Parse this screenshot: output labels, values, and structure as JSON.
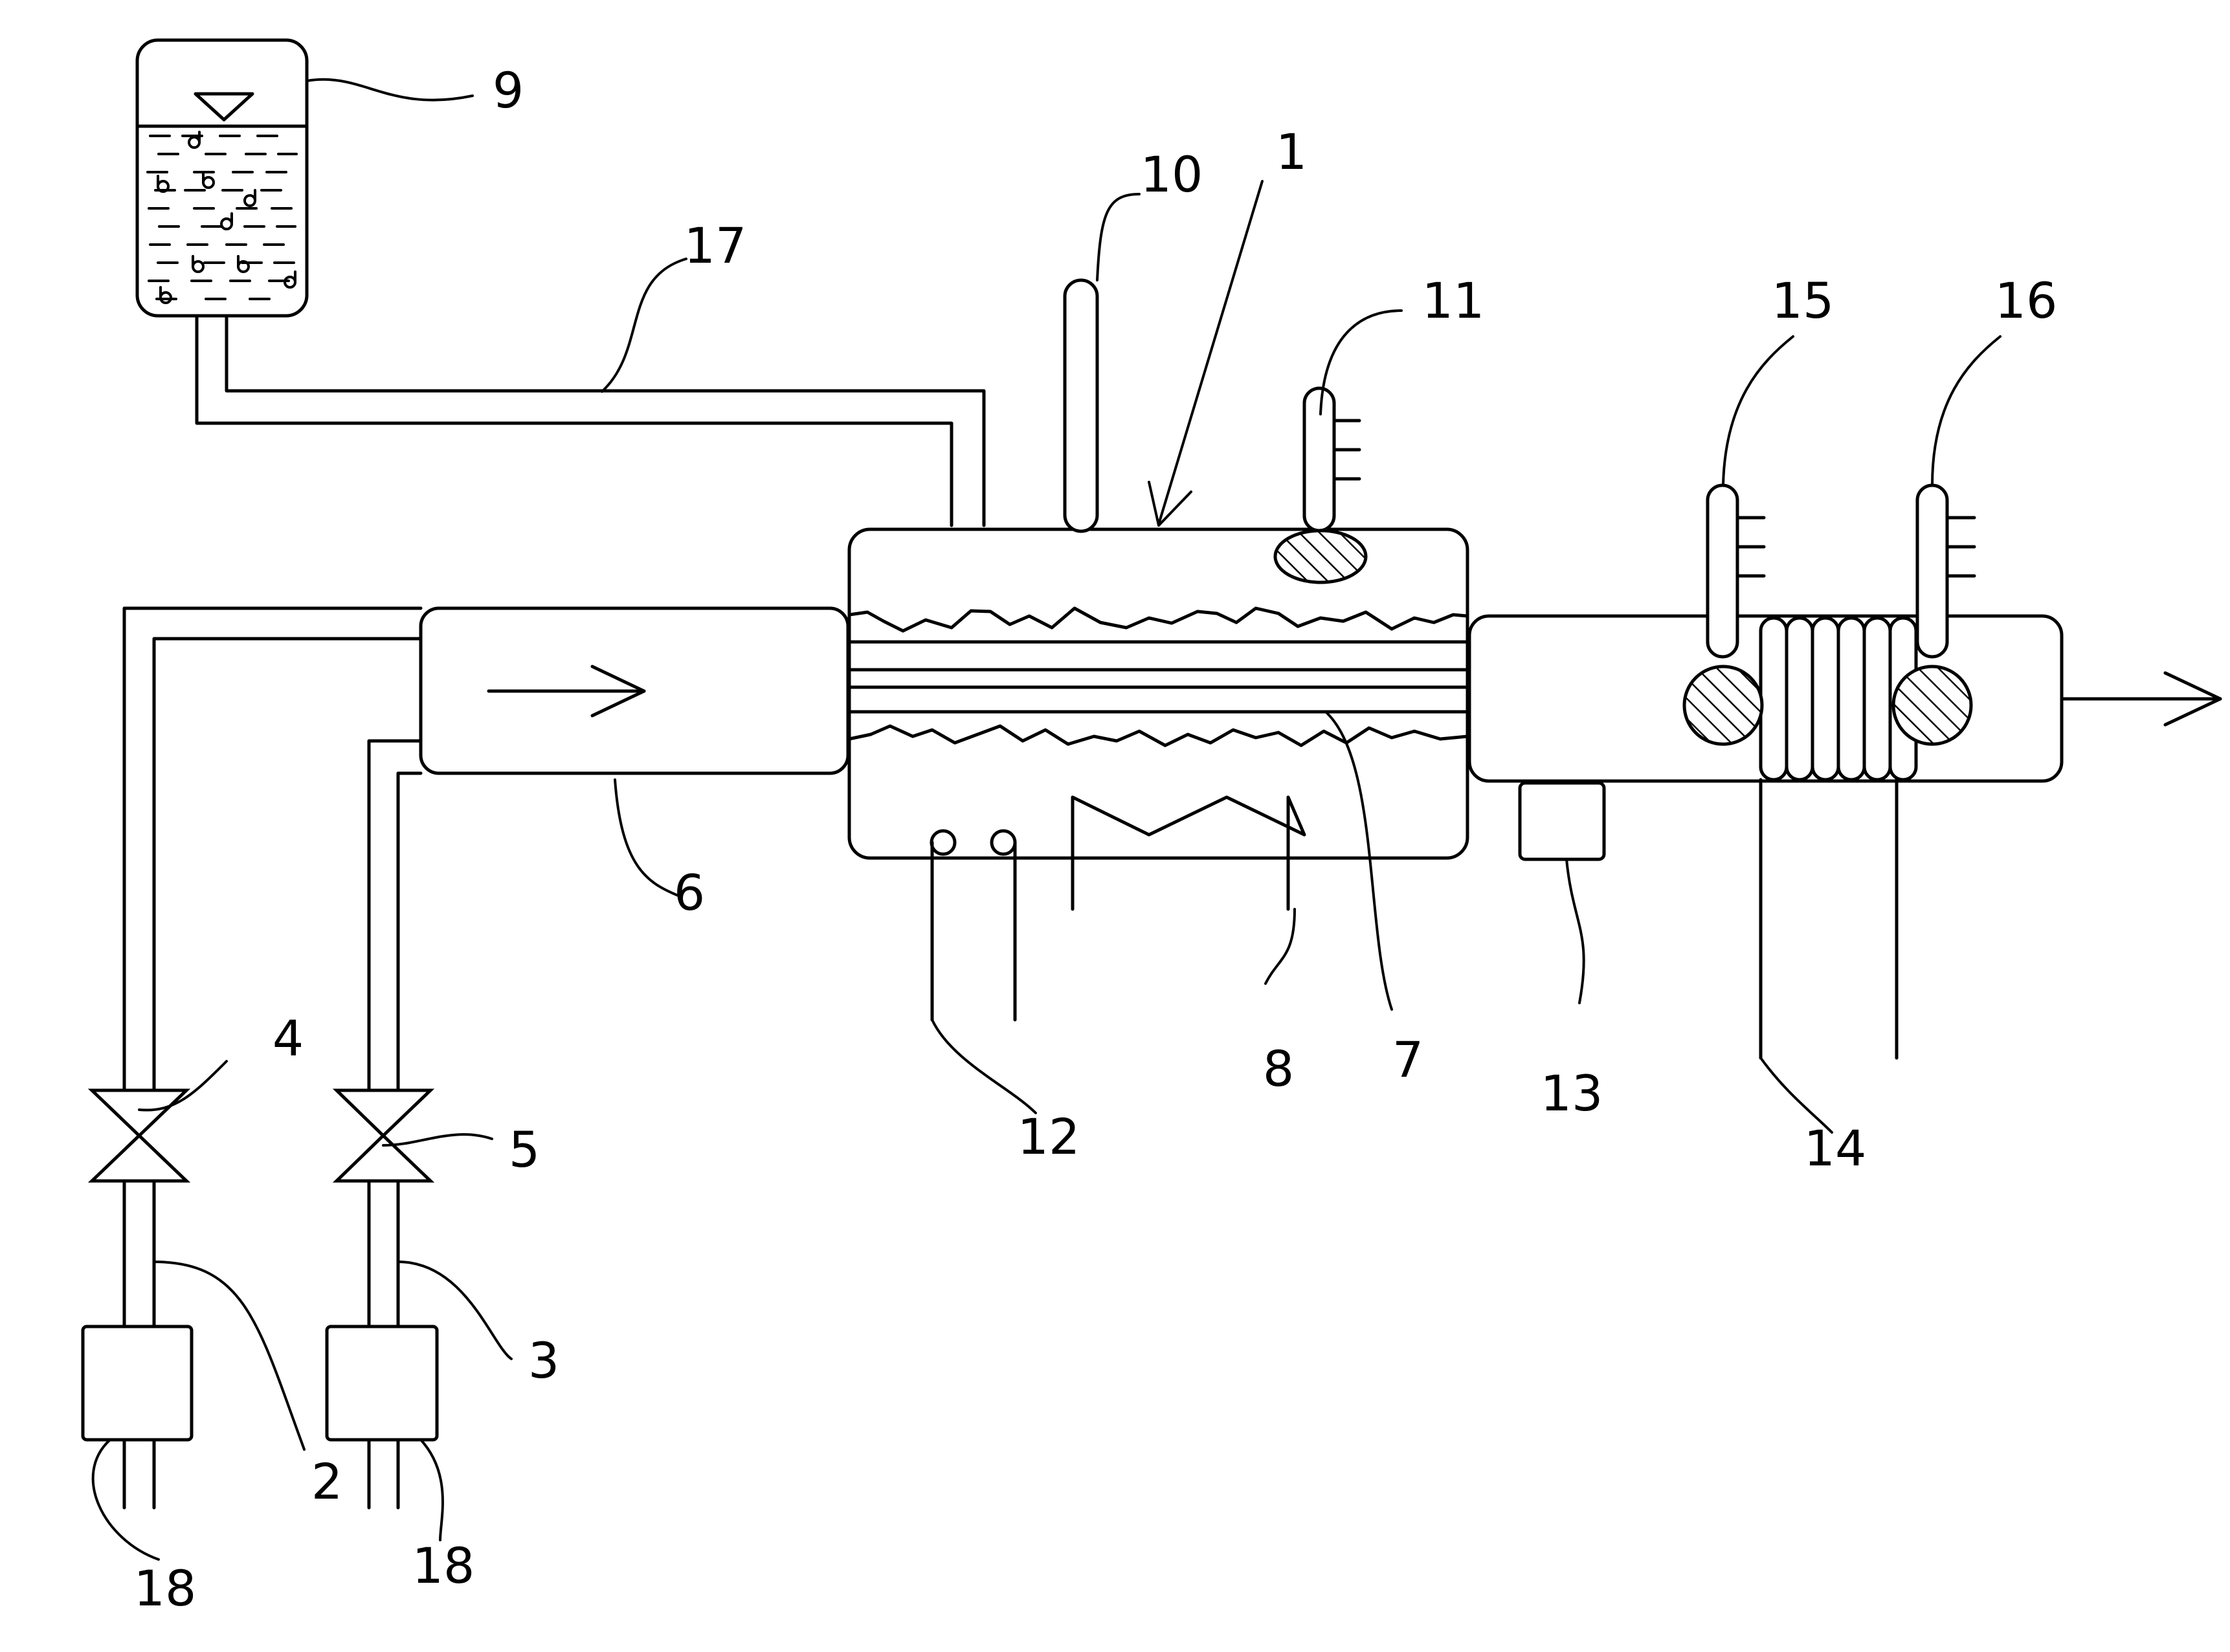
{
  "labels": {
    "l1": "1",
    "l2": "2",
    "l3": "3",
    "l4": "4",
    "l5": "5",
    "l6": "6",
    "l7": "7",
    "l8": "8",
    "l9": "9",
    "l10": "10",
    "l11": "11",
    "l12": "12",
    "l13": "13",
    "l14": "14",
    "l15": "15",
    "l16": "16",
    "l17": "17",
    "l18a": "18",
    "l18b": "18"
  },
  "colors": {
    "line": "#000000",
    "background": "#ffffff"
  }
}
